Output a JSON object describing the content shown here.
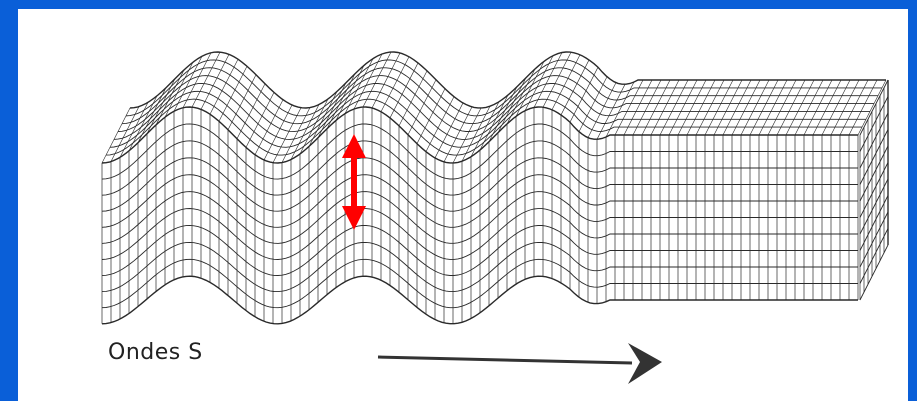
{
  "figure": {
    "label": "Ondes S",
    "colors": {
      "frame": "#0a5fd8",
      "mesh": "#2a2a2a",
      "amplitude_arrow": "#ff0000",
      "propagation_arrow": "#333333"
    },
    "icons": {
      "amplitude": "double-vertical-arrow",
      "propagation": "right-arrow"
    }
  }
}
